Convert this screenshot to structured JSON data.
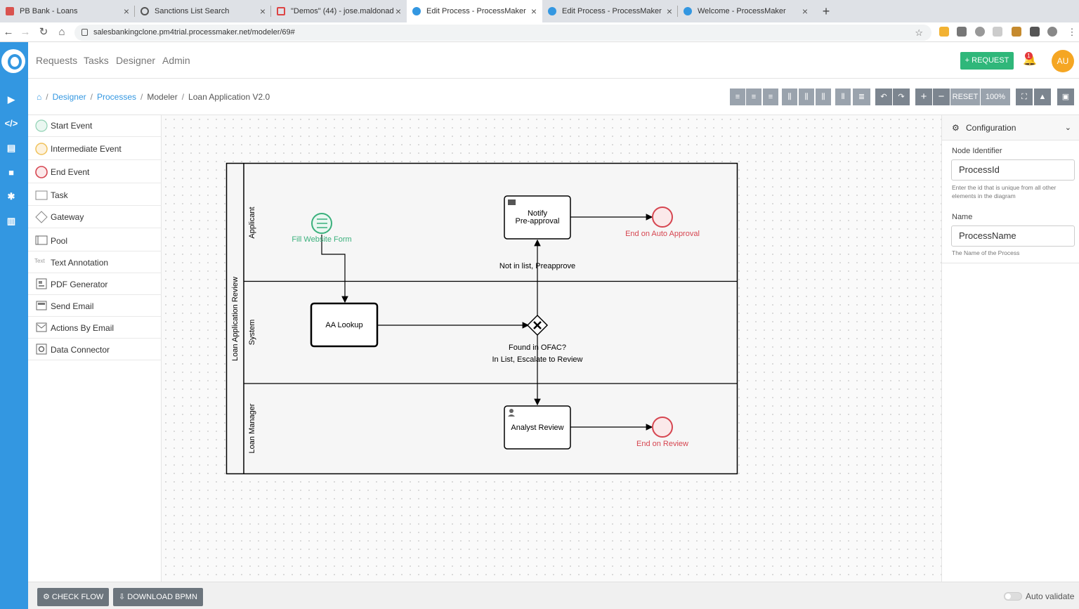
{
  "browser": {
    "tabs": [
      {
        "title": "PB Bank - Loans"
      },
      {
        "title": "Sanctions List Search"
      },
      {
        "title": "\"Demos\" (44) - jose.maldonad"
      },
      {
        "title": "Edit Process - ProcessMaker"
      },
      {
        "title": "Edit Process - ProcessMaker"
      },
      {
        "title": "Welcome - ProcessMaker"
      }
    ],
    "active_tab": 3,
    "url": "salesbankingclone.pm4trial.processmaker.net/modeler/69#"
  },
  "nav": {
    "menu": [
      "Requests",
      "Tasks",
      "Designer",
      "Admin"
    ],
    "request_button": "+ REQUEST",
    "notification_count": "1",
    "avatar_initials": "AU"
  },
  "breadcrumb": {
    "designer": "Designer",
    "processes": "Processes",
    "modeler": "Modeler",
    "current": "Loan Application V2.0"
  },
  "toolbar": {
    "reset_label": "RESET",
    "zoom": "100%"
  },
  "controls": [
    {
      "label": "Start Event",
      "icon": "start-event-icon"
    },
    {
      "label": "Intermediate Event",
      "icon": "intermediate-event-icon"
    },
    {
      "label": "End Event",
      "icon": "end-event-icon"
    },
    {
      "label": "Task",
      "icon": "task-icon"
    },
    {
      "label": "Gateway",
      "icon": "gateway-icon"
    },
    {
      "label": "Pool",
      "icon": "pool-icon"
    },
    {
      "label": "Text Annotation",
      "icon": "text-annotation-icon",
      "icon_text": "Text"
    },
    {
      "label": "PDF Generator",
      "icon": "pdf-generator-icon"
    },
    {
      "label": "Send Email",
      "icon": "send-email-icon"
    },
    {
      "label": "Actions By Email",
      "icon": "actions-by-email-icon"
    },
    {
      "label": "Data Connector",
      "icon": "data-connector-icon"
    }
  ],
  "diagram": {
    "pool": "Loan Application Review",
    "lanes": [
      "Applicant",
      "System",
      "Loan Manager"
    ],
    "start_event": "Fill Website Form",
    "task_lookup": "AA Lookup",
    "task_notify": [
      "Notify",
      "Pre-approval"
    ],
    "task_review": "Analyst Review",
    "gateway": "Found in OFAC?",
    "end_auto": "End on Auto Approval",
    "end_review": "End on Review",
    "flow_preapprove": "Not in list, Preapprove",
    "flow_escalate": "In List, Escalate to Review",
    "colors": {
      "start": "#3ab07c",
      "end": "#d64550"
    }
  },
  "inspector": {
    "title": "Configuration",
    "node_id_label": "Node Identifier",
    "node_id_value": "ProcessId",
    "node_id_help": "Enter the id that is unique from all other elements in the diagram",
    "name_label": "Name",
    "name_value": "ProcessName",
    "name_help": "The Name of the Process"
  },
  "bottom": {
    "check_flow": "CHECK FLOW",
    "download": "DOWNLOAD BPMN",
    "auto_validate": "Auto validate"
  }
}
